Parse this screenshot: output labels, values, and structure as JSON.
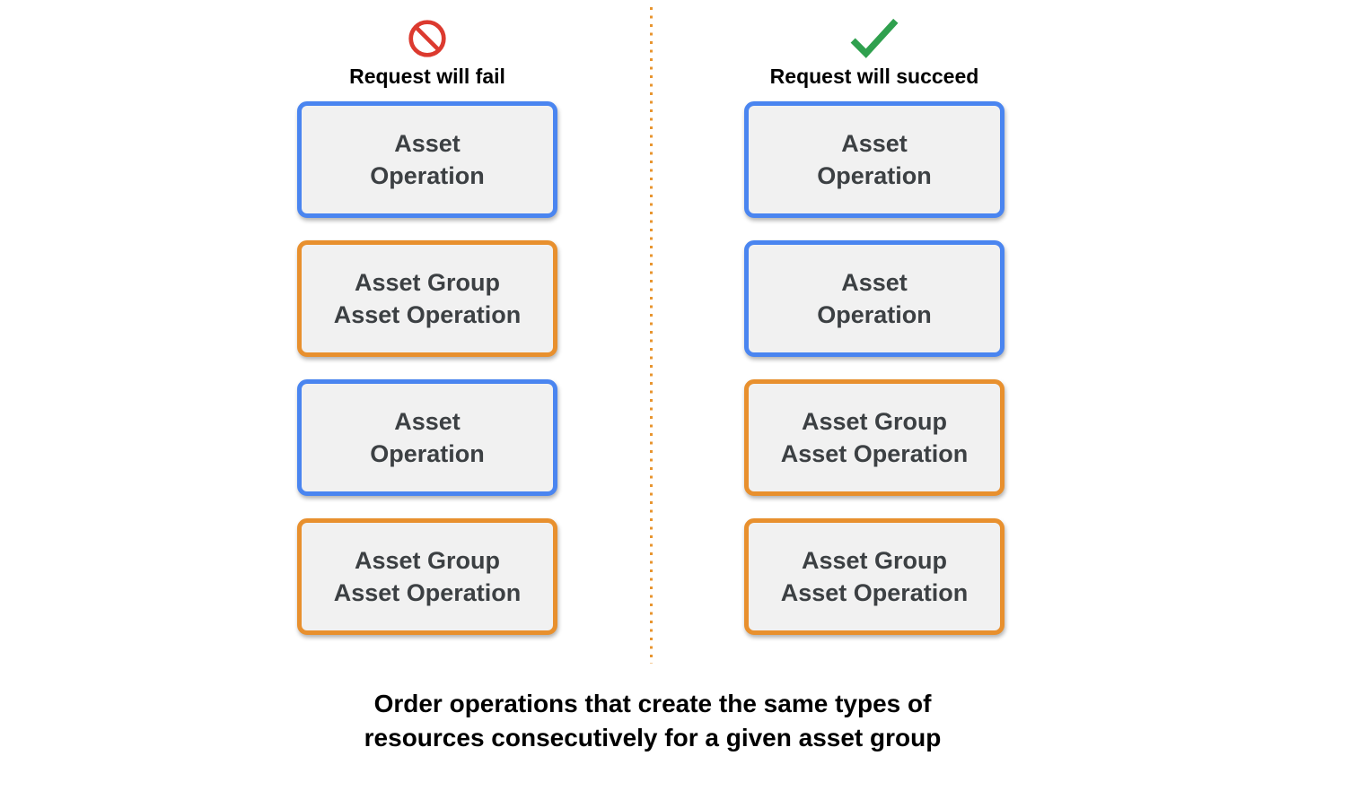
{
  "colors": {
    "blue_border": "#4A85F0",
    "orange_border": "#E8902E",
    "box_fill": "#F1F1F1",
    "box_text": "#3C4043",
    "fail_icon_red": "#DC3A2F",
    "success_icon_green": "#2FA04E",
    "divider_orange": "#E8952F",
    "heading_text": "#000000"
  },
  "columns": [
    {
      "id": "fail",
      "icon": "prohibition-icon",
      "title": "Request will fail",
      "boxes": [
        {
          "type": "asset-operation",
          "lines": [
            "Asset",
            "Operation"
          ]
        },
        {
          "type": "asset-group-asset-operation",
          "lines": [
            "Asset Group",
            "Asset Operation"
          ]
        },
        {
          "type": "asset-operation",
          "lines": [
            "Asset",
            "Operation"
          ]
        },
        {
          "type": "asset-group-asset-operation",
          "lines": [
            "Asset Group",
            "Asset Operation"
          ]
        }
      ]
    },
    {
      "id": "succeed",
      "icon": "checkmark-icon",
      "title": "Request will succeed",
      "boxes": [
        {
          "type": "asset-operation",
          "lines": [
            "Asset",
            "Operation"
          ]
        },
        {
          "type": "asset-operation",
          "lines": [
            "Asset",
            "Operation"
          ]
        },
        {
          "type": "asset-group-asset-operation",
          "lines": [
            "Asset Group",
            "Asset Operation"
          ]
        },
        {
          "type": "asset-group-asset-operation",
          "lines": [
            "Asset Group",
            "Asset Operation"
          ]
        }
      ]
    }
  ],
  "caption": {
    "line1": "Order operations that create the same types of",
    "line2": "resources consecutively for a given asset group"
  }
}
